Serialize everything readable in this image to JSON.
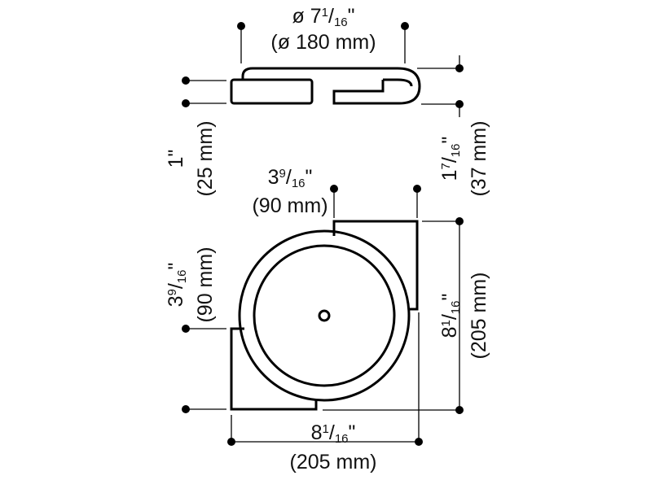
{
  "dimensions": {
    "diameter": {
      "symbol": "ø",
      "whole": "7",
      "num": "1",
      "den": "16",
      "unit": "\"",
      "metric": "(ø 180 mm)"
    },
    "thickness_small": {
      "imperial": "1\"",
      "metric": "(25 mm)"
    },
    "thickness_large": {
      "whole": "1",
      "num": "7",
      "den": "16",
      "unit": "\"",
      "metric": "(37 mm)"
    },
    "top_offset": {
      "whole": "3",
      "num": "9",
      "den": "16",
      "unit": "\"",
      "metric": "(90 mm)"
    },
    "left_offset": {
      "whole": "3",
      "num": "9",
      "den": "16",
      "unit": "\"",
      "metric": "(90 mm)"
    },
    "height": {
      "whole": "8",
      "num": "1",
      "den": "16",
      "unit": "\"",
      "metric": "(205 mm)"
    },
    "width": {
      "whole": "8",
      "num": "1",
      "den": "16",
      "unit": "\"",
      "metric": "(205 mm)"
    }
  }
}
